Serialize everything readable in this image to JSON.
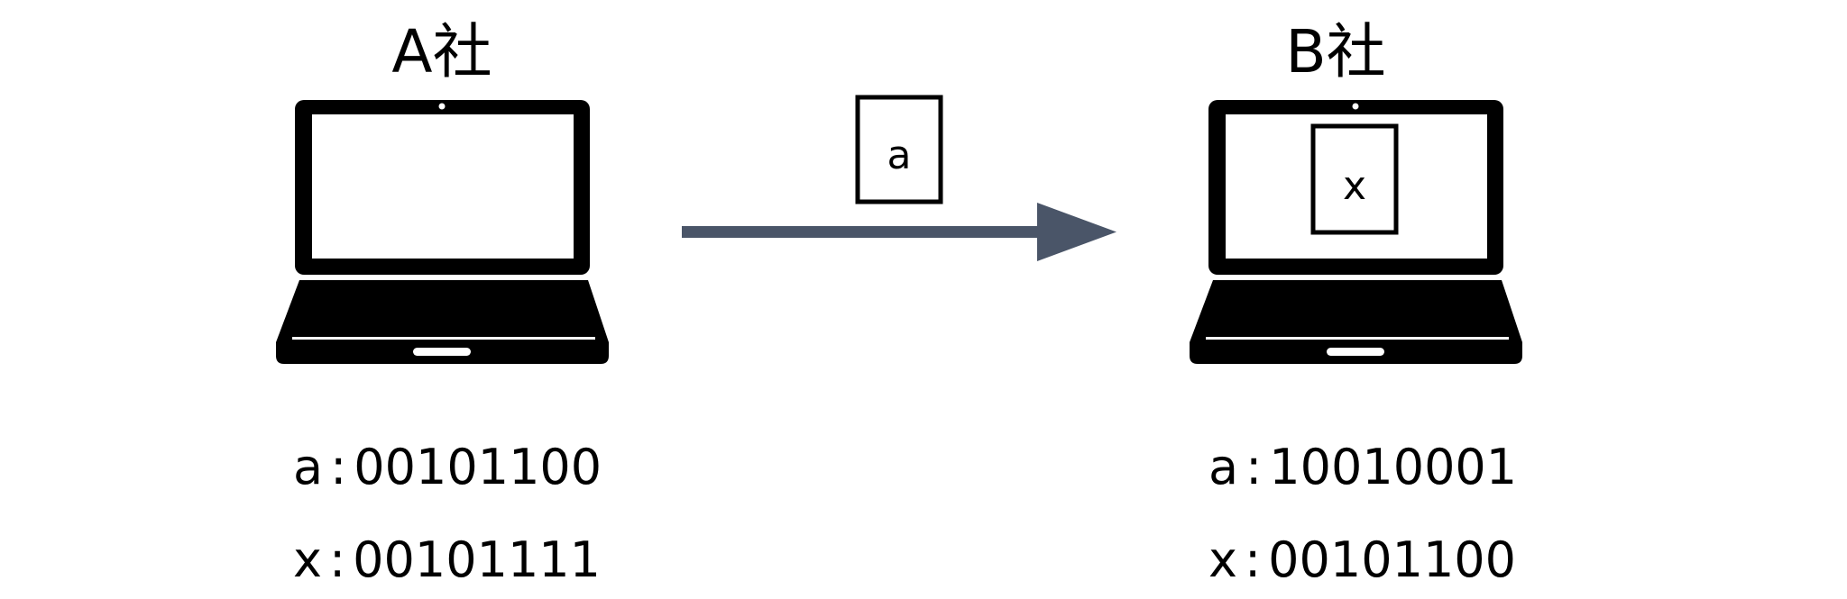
{
  "company_a": {
    "label": "A社",
    "lines": [
      {
        "key": "a",
        "value": "00101100"
      },
      {
        "key": "x",
        "value": "00101111"
      }
    ]
  },
  "company_b": {
    "label": "B社",
    "screen_document": "x",
    "lines": [
      {
        "key": "a",
        "value": "10010001"
      },
      {
        "key": "x",
        "value": "00101100"
      }
    ]
  },
  "transfer": {
    "document": "a"
  },
  "colors": {
    "arrow": "#4a5568",
    "laptop": "#000000",
    "background": "#ffffff"
  }
}
